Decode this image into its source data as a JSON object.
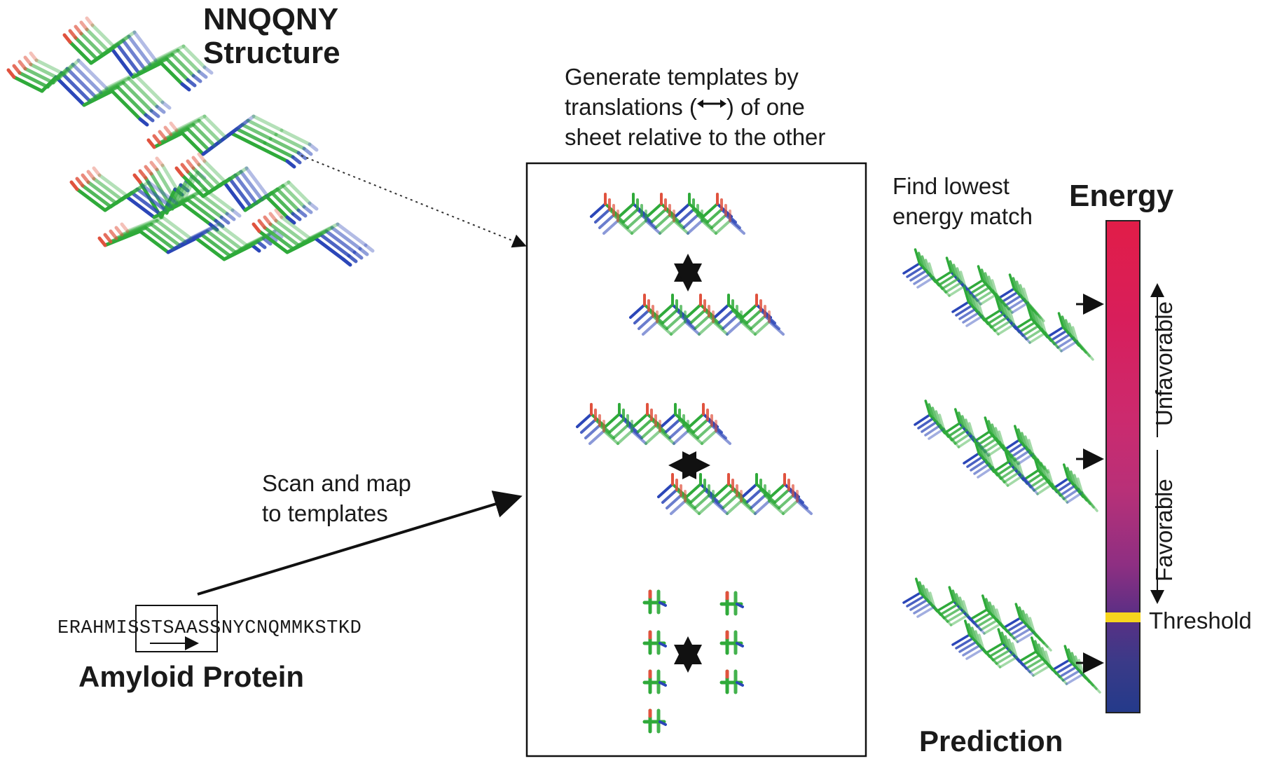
{
  "nnqqny": {
    "line1": "NNQQNY",
    "line2": "Structure"
  },
  "templates": {
    "line1": "Generate templates by",
    "line2_pre": "translations (",
    "line2_post": ") of one",
    "line3": "sheet relative to the other"
  },
  "scan": {
    "line1": "Scan and map",
    "line2": "to templates"
  },
  "sequence": {
    "prefix": "ERAHMI",
    "boxed": "SSTSAA",
    "suffix": "SSNYCNQMMKSTKD"
  },
  "amyloid": "Amyloid Protein",
  "find": {
    "line1": "Find lowest",
    "line2": "energy match"
  },
  "energy": {
    "title": "Energy",
    "unfavorable": "Unfavorable",
    "favorable": "Favorable",
    "threshold": "Threshold",
    "colors": {
      "top": "#e11d48",
      "bottom": "#243a8a",
      "threshold": "#f7d51d"
    }
  },
  "prediction": "Prediction",
  "colors": {
    "carbon": "#2faa3a",
    "nitrogen": "#2b46b8",
    "oxygen": "#e0523e"
  }
}
